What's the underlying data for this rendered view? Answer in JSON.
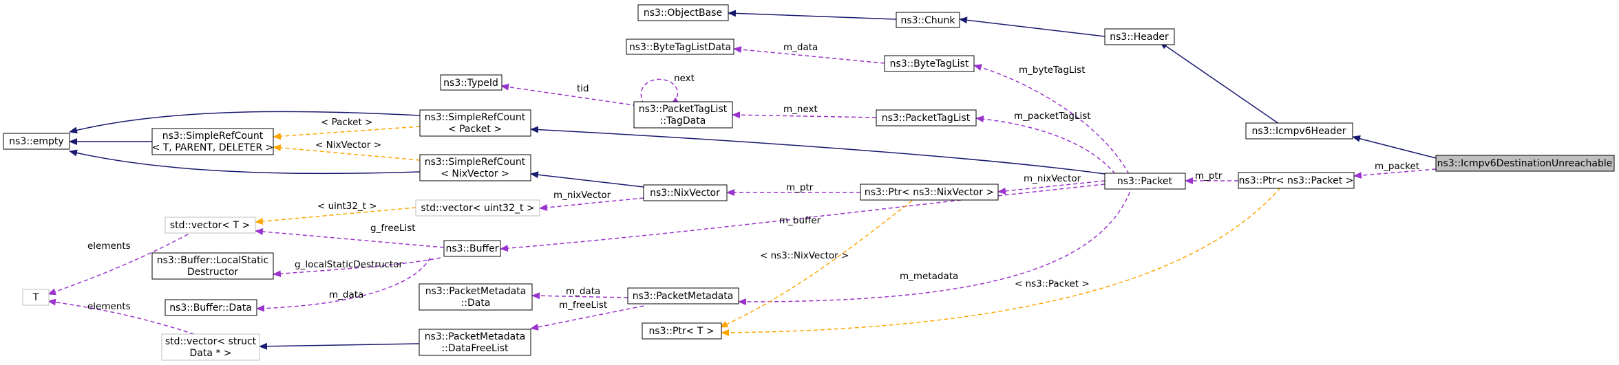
{
  "diagram": {
    "nodes": {
      "ObjectBase": "ns3::ObjectBase",
      "Chunk": "ns3::Chunk",
      "Header": "ns3::Header",
      "ByteTagListData": "ns3::ByteTagListData",
      "ByteTagList": "ns3::ByteTagList",
      "TypeId": "ns3::TypeId",
      "PacketTagListTagData": [
        "ns3::PacketTagList",
        "::TagData"
      ],
      "PacketTagList": "ns3::PacketTagList",
      "Empty": "ns3::empty",
      "SimpleRefCountGeneric": [
        "ns3::SimpleRefCount",
        "< T, PARENT, DELETER >"
      ],
      "SimpleRefCountPacket": [
        "ns3::SimpleRefCount",
        "< Packet >"
      ],
      "SimpleRefCountNixVector": [
        "ns3::SimpleRefCount",
        "< NixVector >"
      ],
      "Icmpv6Header": "ns3::Icmpv6Header",
      "Icmpv6DestinationUnreachable": "ns3::Icmpv6DestinationUnreachable",
      "NixVector": "ns3::NixVector",
      "PtrNixVector": "ns3::Ptr< ns3::NixVector >",
      "Packet": "ns3::Packet",
      "PtrPacket": "ns3::Ptr< ns3::Packet >",
      "VectorT": "std::vector< T >",
      "VectorUint32": "std::vector< uint32_t >",
      "Buffer": "ns3::Buffer",
      "LocalStaticDestructor": [
        "ns3::Buffer::LocalStatic",
        "Destructor"
      ],
      "T": "T",
      "BufferData": "ns3::Buffer::Data",
      "PacketMetadataData": [
        "ns3::PacketMetadata",
        "::Data"
      ],
      "PacketMetadata": "ns3::PacketMetadata",
      "PtrT": "ns3::Ptr< T >",
      "VectorStructData": [
        "std::vector< struct",
        "Data * >"
      ],
      "DataFreeList": [
        "ns3::PacketMetadata",
        "::DataFreeList"
      ]
    },
    "edge_labels": {
      "m_data_bytetag": "m_data",
      "next": "next",
      "tid": "tid",
      "m_next": "m_next",
      "m_byteTagList": "m_byteTagList",
      "m_packetTagList": "m_packetTagList",
      "tpl_packet": "< Packet >",
      "tpl_nixvector": "< NixVector >",
      "m_packet": "m_packet",
      "m_ptr_packet": "m_ptr",
      "m_nixVector_packet": "m_nixVector",
      "m_ptr_nix": "m_ptr",
      "m_nixVector_vec": "m_nixVector",
      "tpl_uint32": "< uint32_t >",
      "m_buffer": "m_buffer",
      "elements_1": "elements",
      "g_freeList": "g_freeList",
      "tpl_ptr_nixvector": "< ns3::NixVector >",
      "g_localStaticDestructor": "g_localStaticDestructor",
      "m_data_buffer": "m_data",
      "m_metadata": "m_metadata",
      "tpl_ptr_packet": "< ns3::Packet >",
      "m_data_metadata": "m_data",
      "m_freeList": "m_freeList",
      "elements_2": "elements"
    },
    "colors": {
      "inheritance": "#191970",
      "usage": "#9a32cd",
      "template": "#ffa500",
      "node_border": "#000000",
      "external_border": "#bfbfbf",
      "highlight_fill": "#bfbfbf"
    }
  }
}
